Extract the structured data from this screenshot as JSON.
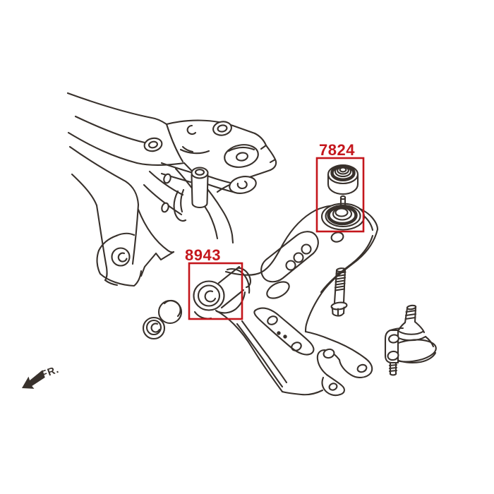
{
  "colors": {
    "bg": "#ffffff",
    "line": "#38312c",
    "accent": "#c4161c"
  },
  "callouts": [
    {
      "part_number": "7824"
    },
    {
      "part_number": "8943"
    }
  ],
  "orientation": {
    "label": "FR."
  }
}
